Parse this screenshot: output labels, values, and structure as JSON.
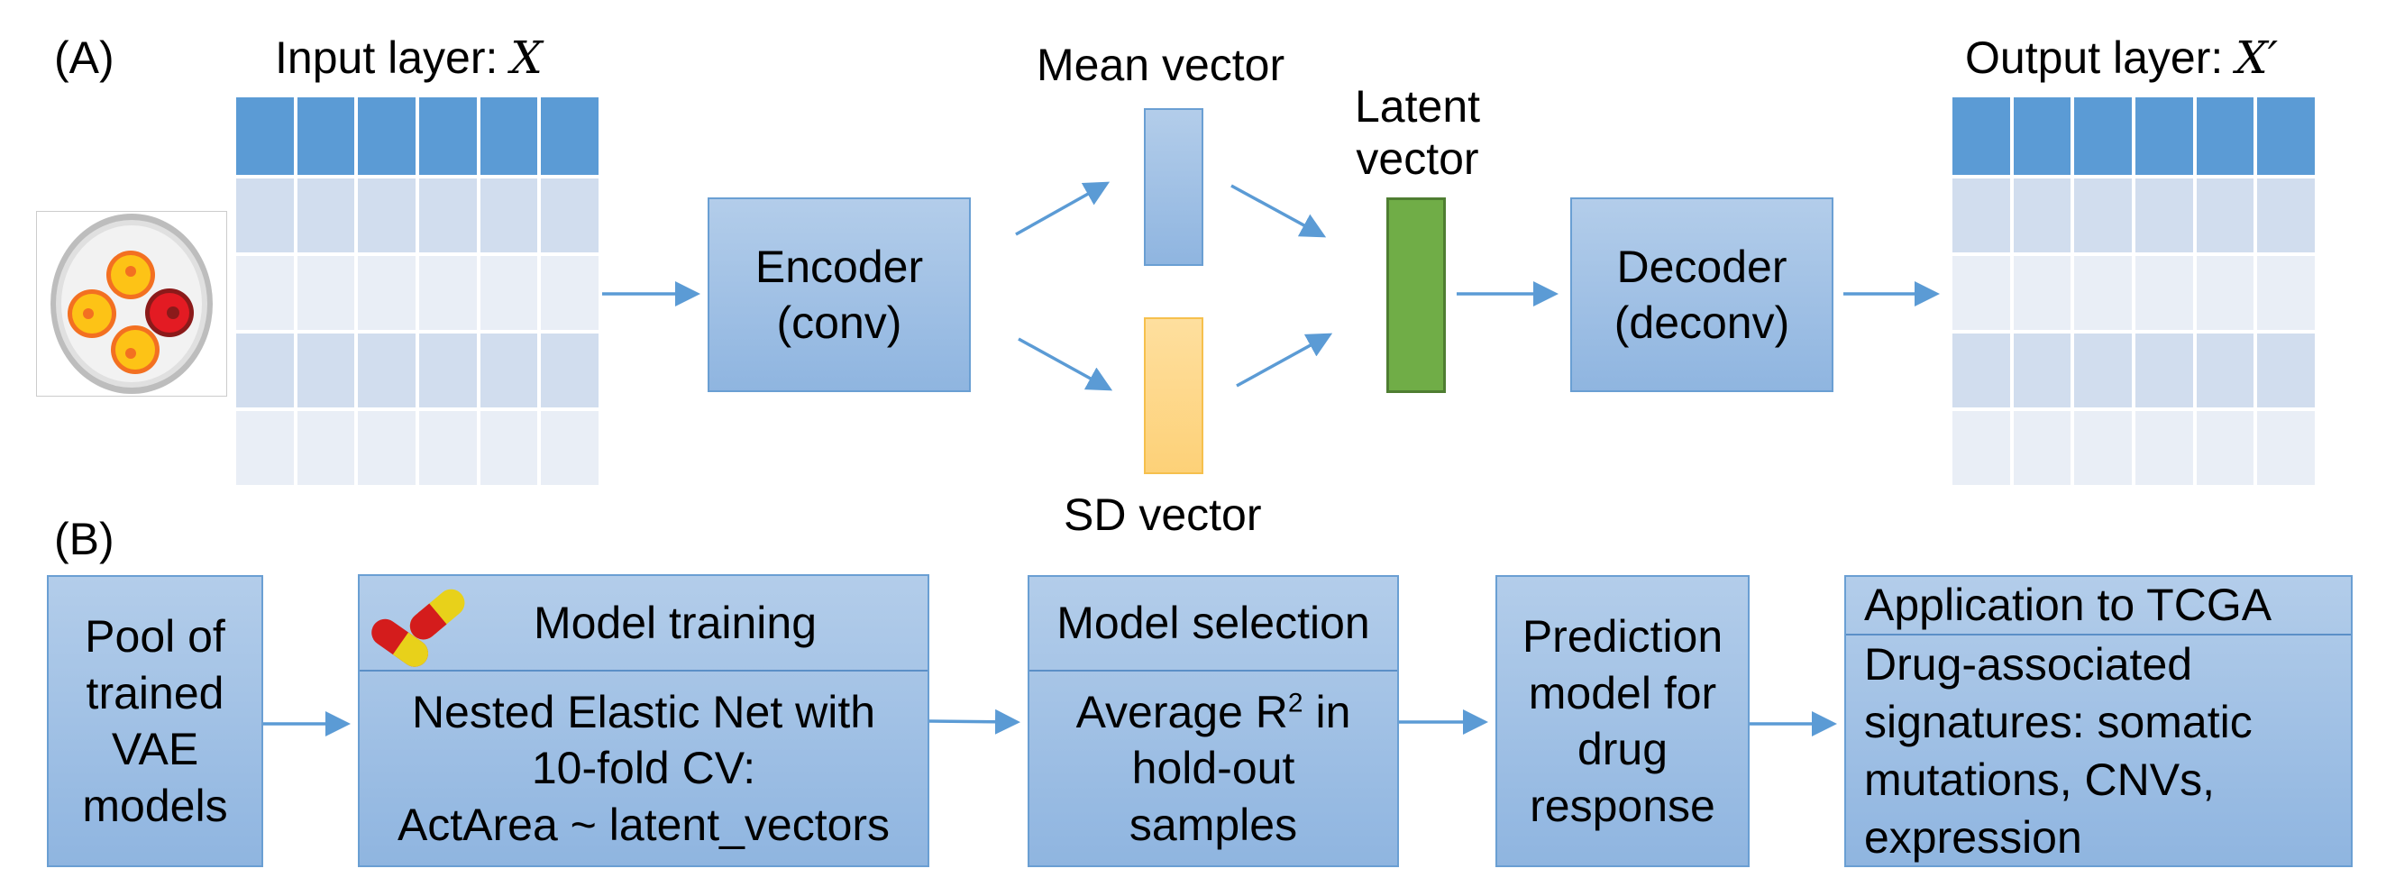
{
  "panel_a": {
    "label": "(A)",
    "input_layer": {
      "label": "Input layer: ",
      "symbol": "X"
    },
    "encoder": {
      "line1": "Encoder",
      "line2": "(conv)"
    },
    "mean_vector": {
      "label": "Mean vector"
    },
    "sd_vector": {
      "label": "SD vector"
    },
    "latent_vector": {
      "line1": "Latent",
      "line2": "vector"
    },
    "decoder": {
      "line1": "Decoder",
      "line2": "(deconv)"
    },
    "output_layer": {
      "label": "Output layer: ",
      "symbol": "X′"
    },
    "icons": {
      "cells": "cell-culture-dish-icon"
    },
    "colors": {
      "header_cell": "#5b9bd5",
      "dark_cell": "#d1ddee",
      "light_cell": "#e9eef6",
      "mean": "#9dc0e6",
      "sd": "#fdd68a",
      "latent": "#70ad47"
    }
  },
  "panel_b": {
    "label": "(B)",
    "pool": {
      "lines": [
        "Pool of",
        "trained",
        "VAE",
        "models"
      ]
    },
    "training": {
      "title": "Model training",
      "lines": [
        "Nested Elastic Net with",
        "10-fold CV:",
        "ActArea ~ latent_vectors"
      ],
      "icon": "pills-icon"
    },
    "selection": {
      "title": "Model selection",
      "line1_pre": "Average R",
      "line1_sup": "2",
      "line1_post": " in",
      "line2": "hold-out",
      "line3": "samples"
    },
    "prediction": {
      "lines": [
        "Prediction",
        "model for",
        "drug",
        "response"
      ]
    },
    "application": {
      "title": "Application to TCGA",
      "lines": [
        "Drug-associated",
        "signatures: somatic",
        "mutations, CNVs,",
        "expression"
      ]
    }
  }
}
